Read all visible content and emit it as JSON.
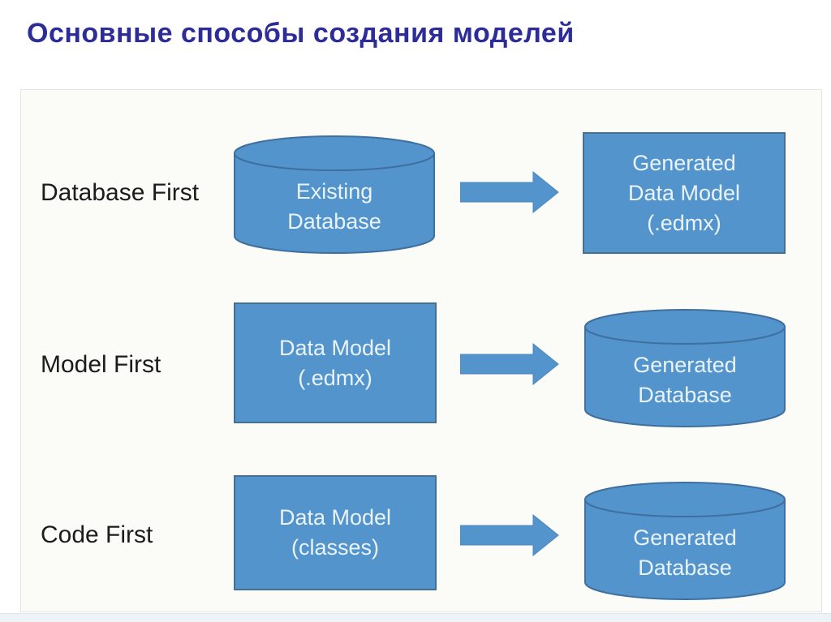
{
  "title": "Основные способы создания моделей",
  "colors": {
    "title_text": "#2d2d99",
    "shape_fill": "#5494cc",
    "cylinder_stroke": "#3e6f9e",
    "rect_border": "#47708f",
    "arrow_fill": "#5494cc",
    "shape_text": "#e9f3fb",
    "label_text": "#1c1c1c",
    "panel_background": "#fbfbf8"
  },
  "rows": [
    {
      "label": "Database First",
      "source": {
        "shape": "cylinder",
        "lines": [
          "Existing",
          "Database"
        ]
      },
      "arrow": "right-arrow",
      "target": {
        "shape": "rect",
        "lines": [
          "Generated",
          "Data Model",
          "(.edmx)"
        ]
      }
    },
    {
      "label": "Model First",
      "source": {
        "shape": "rect",
        "lines": [
          "Data Model",
          "(.edmx)"
        ]
      },
      "arrow": "right-arrow",
      "target": {
        "shape": "cylinder",
        "lines": [
          "Generated",
          "Database"
        ]
      }
    },
    {
      "label": "Code First",
      "source": {
        "shape": "rect",
        "lines": [
          "Data Model",
          "(classes)"
        ]
      },
      "arrow": "right-arrow",
      "target": {
        "shape": "cylinder",
        "lines": [
          "Generated",
          "Database"
        ]
      }
    }
  ]
}
